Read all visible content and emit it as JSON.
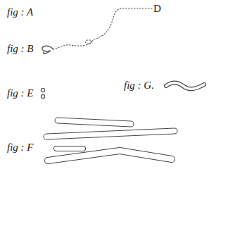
{
  "diagram": {
    "labels": [
      "fig : A",
      "D",
      "fig : B",
      "fig : E",
      "fig : G.",
      "fig : F"
    ]
  }
}
